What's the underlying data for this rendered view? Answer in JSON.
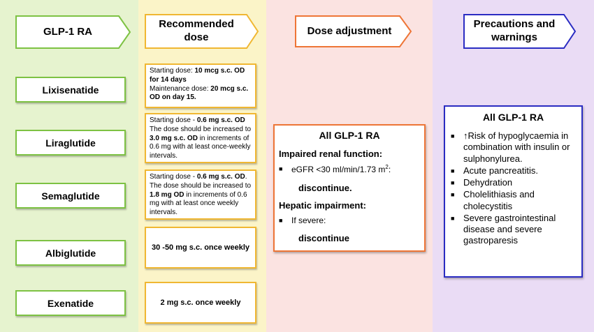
{
  "headers": {
    "drug": "GLP-1 RA",
    "dose": "Recommended dose",
    "adjust": "Dose adjustment",
    "prec": "Precautions and warnings"
  },
  "drugs": [
    "Lixisenatide",
    "Liraglutide",
    "Semaglutide",
    "Albiglutide",
    "Exenatide"
  ],
  "doses": {
    "lixisenatide": {
      "a": "Starting dose: ",
      "b": "10 mcg s.c. OD for 14 days",
      "c": "Maintenance dose: ",
      "d": "20 mcg s.c. OD on day 15."
    },
    "liraglutide": {
      "a": "Starting dose - ",
      "b": "0.6 mg s.c. OD",
      "c": "The dose should be increased to ",
      "d": "3.0 mg s.c. OD",
      "e": " in increments of 0.6 mg with at least once-weekly intervals."
    },
    "semaglutide": {
      "a": "Starting dose - ",
      "b": "0.6 mg s.c. OD",
      "c": ". The dose should be increased to ",
      "d": "1.8 mg OD",
      "e": " in increments of 0.6 mg with at least once weekly intervals."
    },
    "albiglutide": "30 -50 mg s.c. once weekly",
    "exenatide": "2 mg s.c. once weekly"
  },
  "adjustment": {
    "title": "All GLP-1 RA",
    "renal_heading": "Impaired renal function:",
    "renal_bullet_main": "eGFR <30 ml/min/1.73 m",
    "renal_bullet_sup": "2",
    "renal_bullet_end": ":",
    "renal_action": "discontinue.",
    "hepatic_heading": "Hepatic impairment:",
    "hepatic_bullet": "If severe:",
    "hepatic_action": "discontinue"
  },
  "precautions": {
    "title": "All GLP-1 RA",
    "items": [
      "↑Risk of hypoglycaemia in combination with insulin or sulphonylurea.",
      "Acute pancreatitis.",
      "Dehydration",
      "Cholelithiasis and cholecystitis",
      "Severe gastrointestinal disease and severe gastroparesis"
    ]
  },
  "colors": {
    "green": "#7dc243",
    "yellow": "#f0b732",
    "orange": "#ee7536",
    "blue": "#2a2cc2"
  }
}
